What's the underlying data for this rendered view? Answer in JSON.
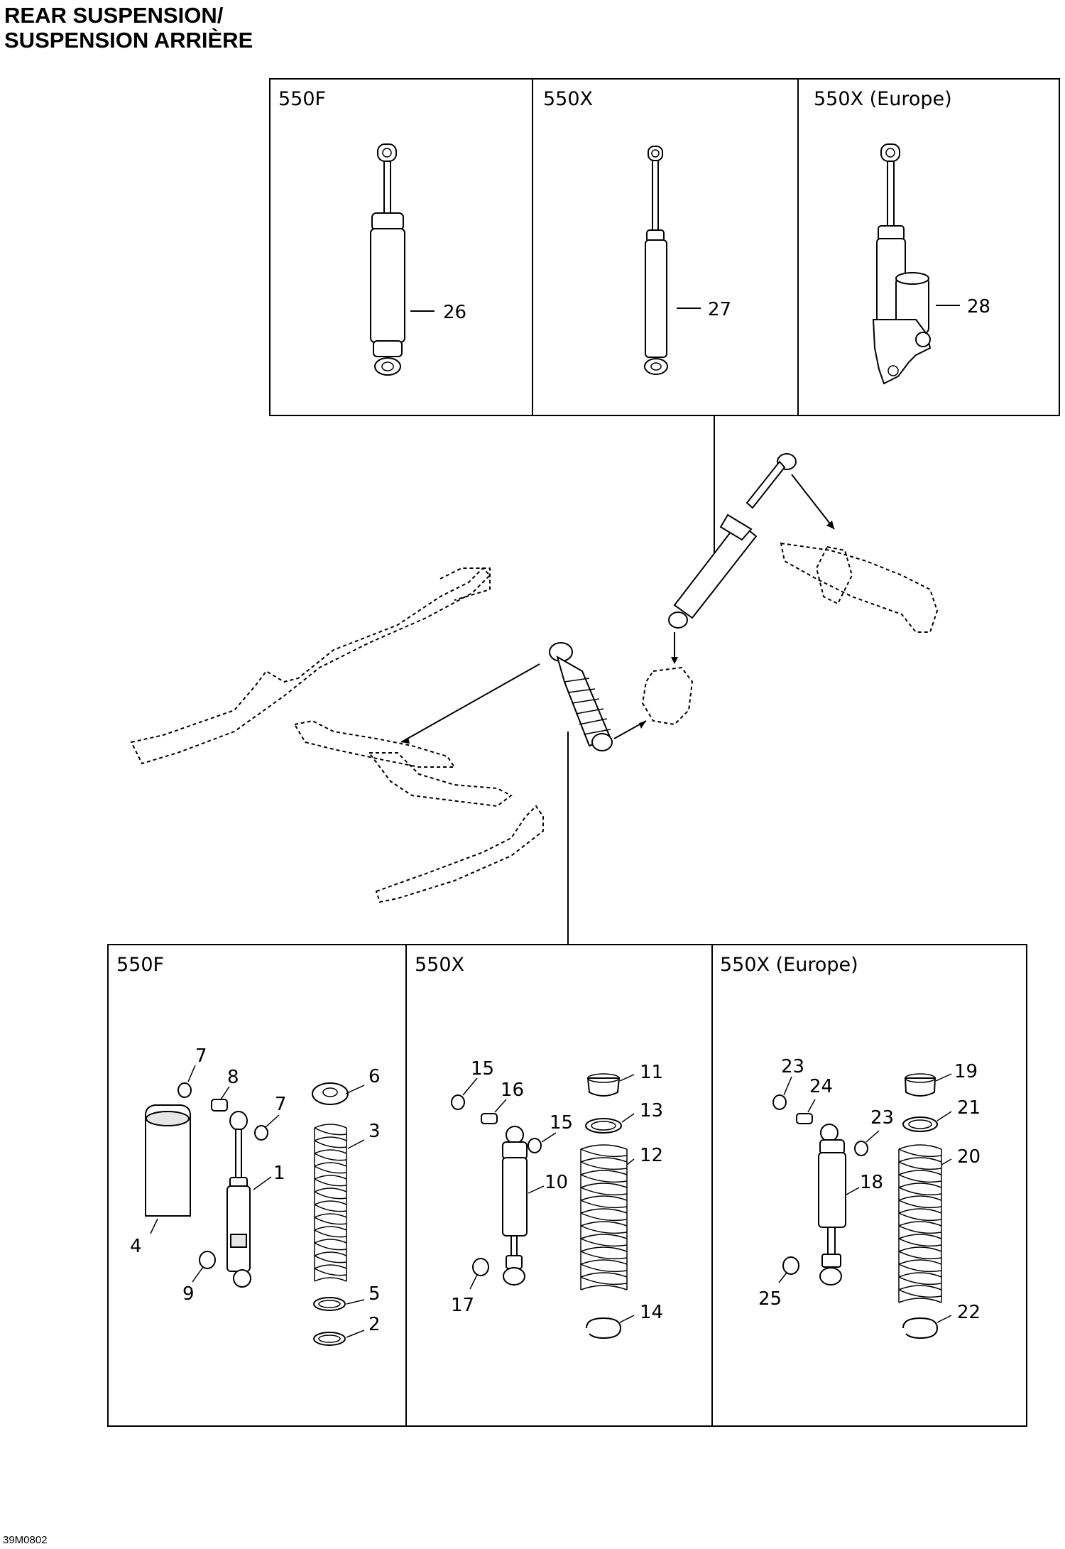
{
  "title": {
    "line1": "REAR SUSPENSION/",
    "line2": "SUSPENSION ARRIÈRE"
  },
  "figure_ref": "39M0802",
  "top_panels": [
    {
      "model": "550F",
      "callout": "26"
    },
    {
      "model": "550X",
      "callout": "27"
    },
    {
      "model": "550X (Europe)",
      "callout": "28"
    }
  ],
  "bottom_panels": [
    {
      "model": "550F",
      "callouts": [
        "7",
        "8",
        "7",
        "6",
        "3",
        "1",
        "4",
        "9",
        "5",
        "2"
      ]
    },
    {
      "model": "550X",
      "callouts": [
        "15",
        "16",
        "15",
        "11",
        "13",
        "12",
        "10",
        "17",
        "14"
      ]
    },
    {
      "model": "550X (Europe)",
      "callouts": [
        "23",
        "24",
        "23",
        "19",
        "21",
        "20",
        "18",
        "25",
        "22"
      ]
    }
  ]
}
